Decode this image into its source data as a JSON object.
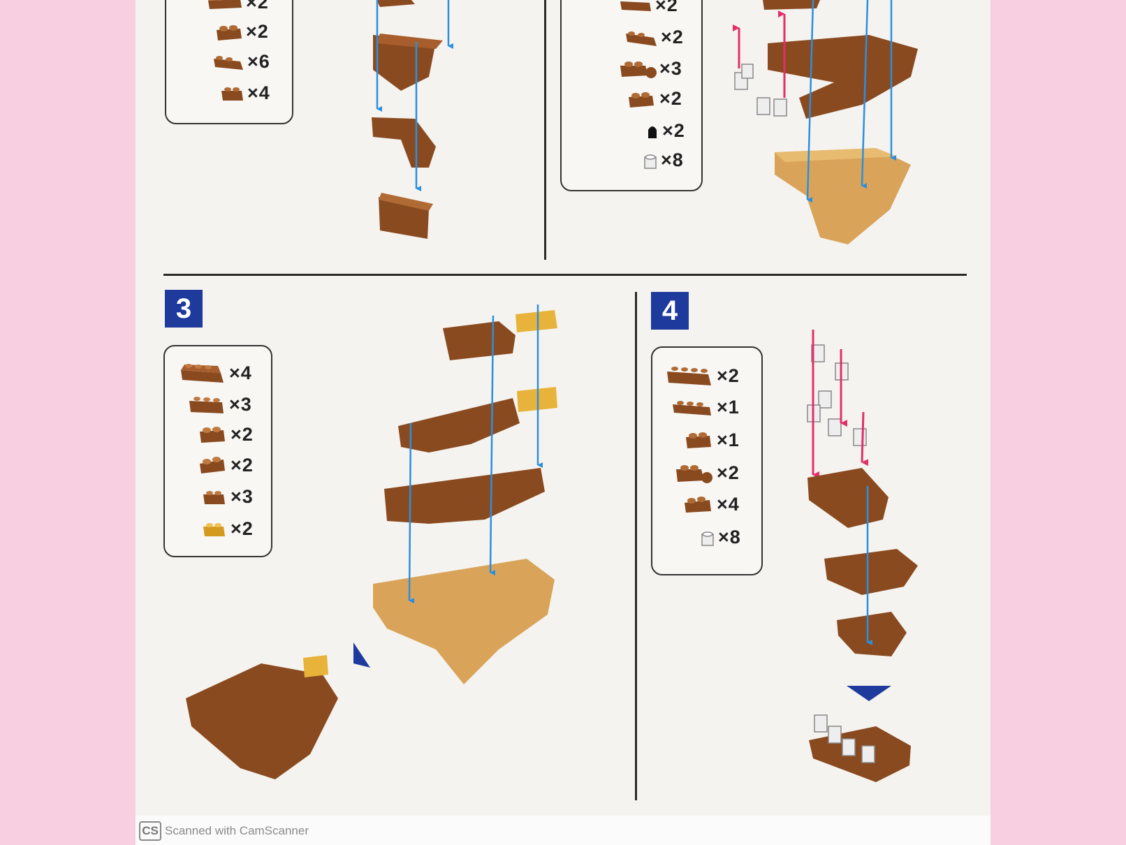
{
  "steps": [
    {
      "number": "3"
    },
    {
      "number": "4"
    }
  ],
  "partlists": {
    "step1": [
      "×2",
      "×2",
      "×6",
      "×4"
    ],
    "step2": [
      "×2",
      "×2",
      "×3",
      "×2",
      "×2",
      "×8"
    ],
    "step3": [
      "×4",
      "×3",
      "×2",
      "×2",
      "×3",
      "×2"
    ],
    "step4": [
      "×2",
      "×1",
      "×1",
      "×2",
      "×4",
      "×8"
    ]
  },
  "colors": {
    "dark_brown": "#8a4a20",
    "tan": "#d9a45a",
    "yellow": "#e8b33a",
    "white": "#e8e8e4",
    "arrow_blue": "#2a8fe0",
    "arrow_pink": "#e0306a",
    "step_blue": "#1e3a9c"
  },
  "footer": {
    "logo": "CS",
    "text": "Scanned with CamScanner"
  }
}
